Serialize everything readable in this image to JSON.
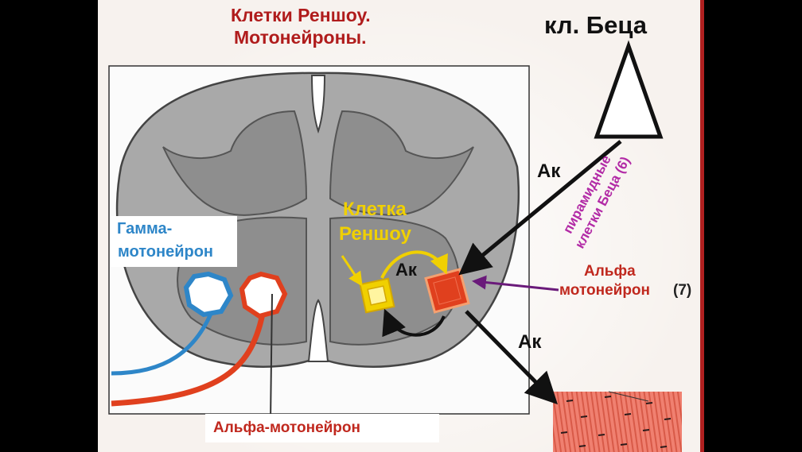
{
  "slide": {
    "title_line1": "Клетки Реншоу.",
    "title_line2": "Мотонейроны.",
    "betz_title": "кл. Беца",
    "axon_label": "Ак",
    "pyramidal_line1": "пирамидные",
    "pyramidal_line2": "клетки Беца (6)",
    "alpha_line1": "Альфа",
    "alpha_line2": "мотонейрон",
    "alpha_number": "(7)",
    "gamma_line1": "Гамма-",
    "gamma_line2": "мотонейрон",
    "renshaw_line1": "Клетка",
    "renshaw_line2": "Реншоу",
    "alpha_bottom": "Альфа-мотонейрон"
  },
  "colors": {
    "title_red": "#b01c1c",
    "alpha_red": "#c0281e",
    "gamma_blue": "#2e86c8",
    "renshaw_yellow": "#f0d000",
    "pyramidal_purple": "#b22aa6",
    "motoneuron_orange": "#e0401e",
    "arrow_black": "#111111"
  }
}
